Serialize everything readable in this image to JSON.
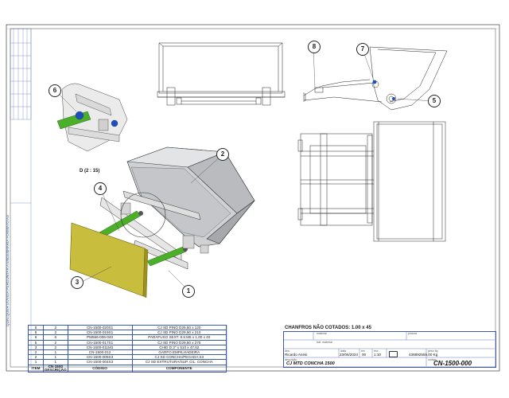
{
  "sheet": {
    "format_label": "QUALQUER DÚVIDA PERGUNTAR A ENGENHARIA   FORMATO A3",
    "detail_label": "D (2 : 15)",
    "balloons": [
      "1",
      "2",
      "3",
      "4",
      "5",
      "6",
      "7",
      "8"
    ]
  },
  "bom": {
    "rows": [
      {
        "item": "6",
        "qty": "2",
        "code": "CN-1500-020S1",
        "component": "CJ SD PINO D25,50 x 120"
      },
      {
        "item": "6",
        "qty": "2",
        "code": "CN-1500-019S1",
        "component": "CJ SD PINO D29,50 x 210"
      },
      {
        "item": "6",
        "qty": "6",
        "code": "PM586-006-040",
        "component": "PARAFUSO SEXT. 8.8 M6 x 1,00 x 40"
      },
      {
        "item": "5",
        "qty": "2",
        "code": "CN-1500-017S1",
        "component": "CJ SD PINO D29,50 x 275"
      },
      {
        "item": "3",
        "qty": "2",
        "code": "CN-1500-011M1",
        "component": "CHID D 3\" x 510 x 47,62"
      },
      {
        "item": "2",
        "qty": "1",
        "code": "CN-1500-012",
        "component": "GARFO EMPILHADEIRA"
      },
      {
        "item": "2",
        "qty": "1",
        "code": "CN-1500-005S3",
        "component": "CJ SD CONCHA/PEGADA S3"
      },
      {
        "item": "1",
        "qty": "1",
        "code": "CN-1500-004S3",
        "component": "CJ SD EXTRUTURA/SUP. CIL. CONCHA"
      }
    ],
    "header": {
      "item": "ITEM",
      "qty": "CN-1500 DESCRIÇÃO",
      "code": "CÓDIGO",
      "component": "COMPONENTE"
    }
  },
  "titleblock": {
    "note": "CHANFROS NÃO COTADOS: 1.00 x 45",
    "material_label": "material",
    "material_value": "",
    "finish_label": "trat. material",
    "pintura_label": "pintura",
    "drawn_label": "des.",
    "drawn_by": "Ricardo Anesi",
    "date_label": "data",
    "date": "23/06/2024",
    "rev_label": "rev",
    "rev": "00",
    "scale_label": "esc",
    "scale": "1:10",
    "mass_label": "peso liq.",
    "mass": "438892555.00 Kg",
    "desc_label": "descrição",
    "description": "CJ MTD CONCHA 1500",
    "code_label": "código",
    "code": "CN-1500-000"
  }
}
